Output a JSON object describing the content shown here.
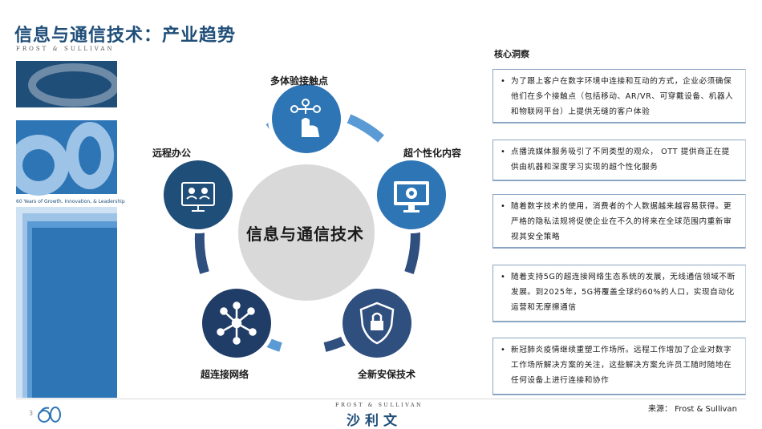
{
  "title": "信息与通信技术：产业趋势",
  "brand": {
    "name_left": "FROST",
    "amp": "&",
    "name_right": "SULLIVAN",
    "tagline": "60 Years of Growth, Innovation, & Leadership"
  },
  "diagram": {
    "center_label": "信息与通信技术",
    "nodes": [
      {
        "label": "多体验接触点",
        "icon": "touch-network-icon"
      },
      {
        "label": "超个性化内容",
        "icon": "monitor-gear-icon"
      },
      {
        "label": "全新安保技术",
        "icon": "shield-lock-icon"
      },
      {
        "label": "超连接网络",
        "icon": "network-hub-icon"
      },
      {
        "label": "远程办公",
        "icon": "video-conference-icon"
      }
    ]
  },
  "insights": {
    "title": "核心洞察",
    "items": [
      "为了跟上客户在数字环境中连接和互动的方式，企业必须确保他们在多个接触点（包括移动、AR/VR、可穿戴设备、机器人和物联网平台）上提供无缝的客户体验",
      "点播流媒体服务吸引了不同类型的观众， OTT 提供商正在提供由机器和深度学习实现的超个性化服务",
      "随着数字技术的使用，消费者的个人数据越来越容易获得。更严格的隐私法规将促使企业在不久的将来在全球范围内重新审视其安全策略",
      "随着支持5G的超连接网络生态系统的发展，无线通信领域不断发展。到2025年，5G将覆盖全球约60%的人口，实现自动化运营和无摩擦通信",
      "新冠肺炎疫情继续重塑工作场所。远程工作增加了企业对数字工作场所解决方案的关注，这些解决方案允许员工随时随地在任何设备上进行连接和协作"
    ]
  },
  "footer": {
    "source": "来源： Frost & Sullivan",
    "page": "3",
    "brand_en": "FROST & SULLIVAN",
    "brand_cn": "沙利文"
  },
  "colors": {
    "navy": "#1f4e79",
    "blue": "#2e75b6",
    "light_blue": "#9dc3e6",
    "ring_dark": "#2f4f7f",
    "ring_light": "#5b9bd5"
  }
}
